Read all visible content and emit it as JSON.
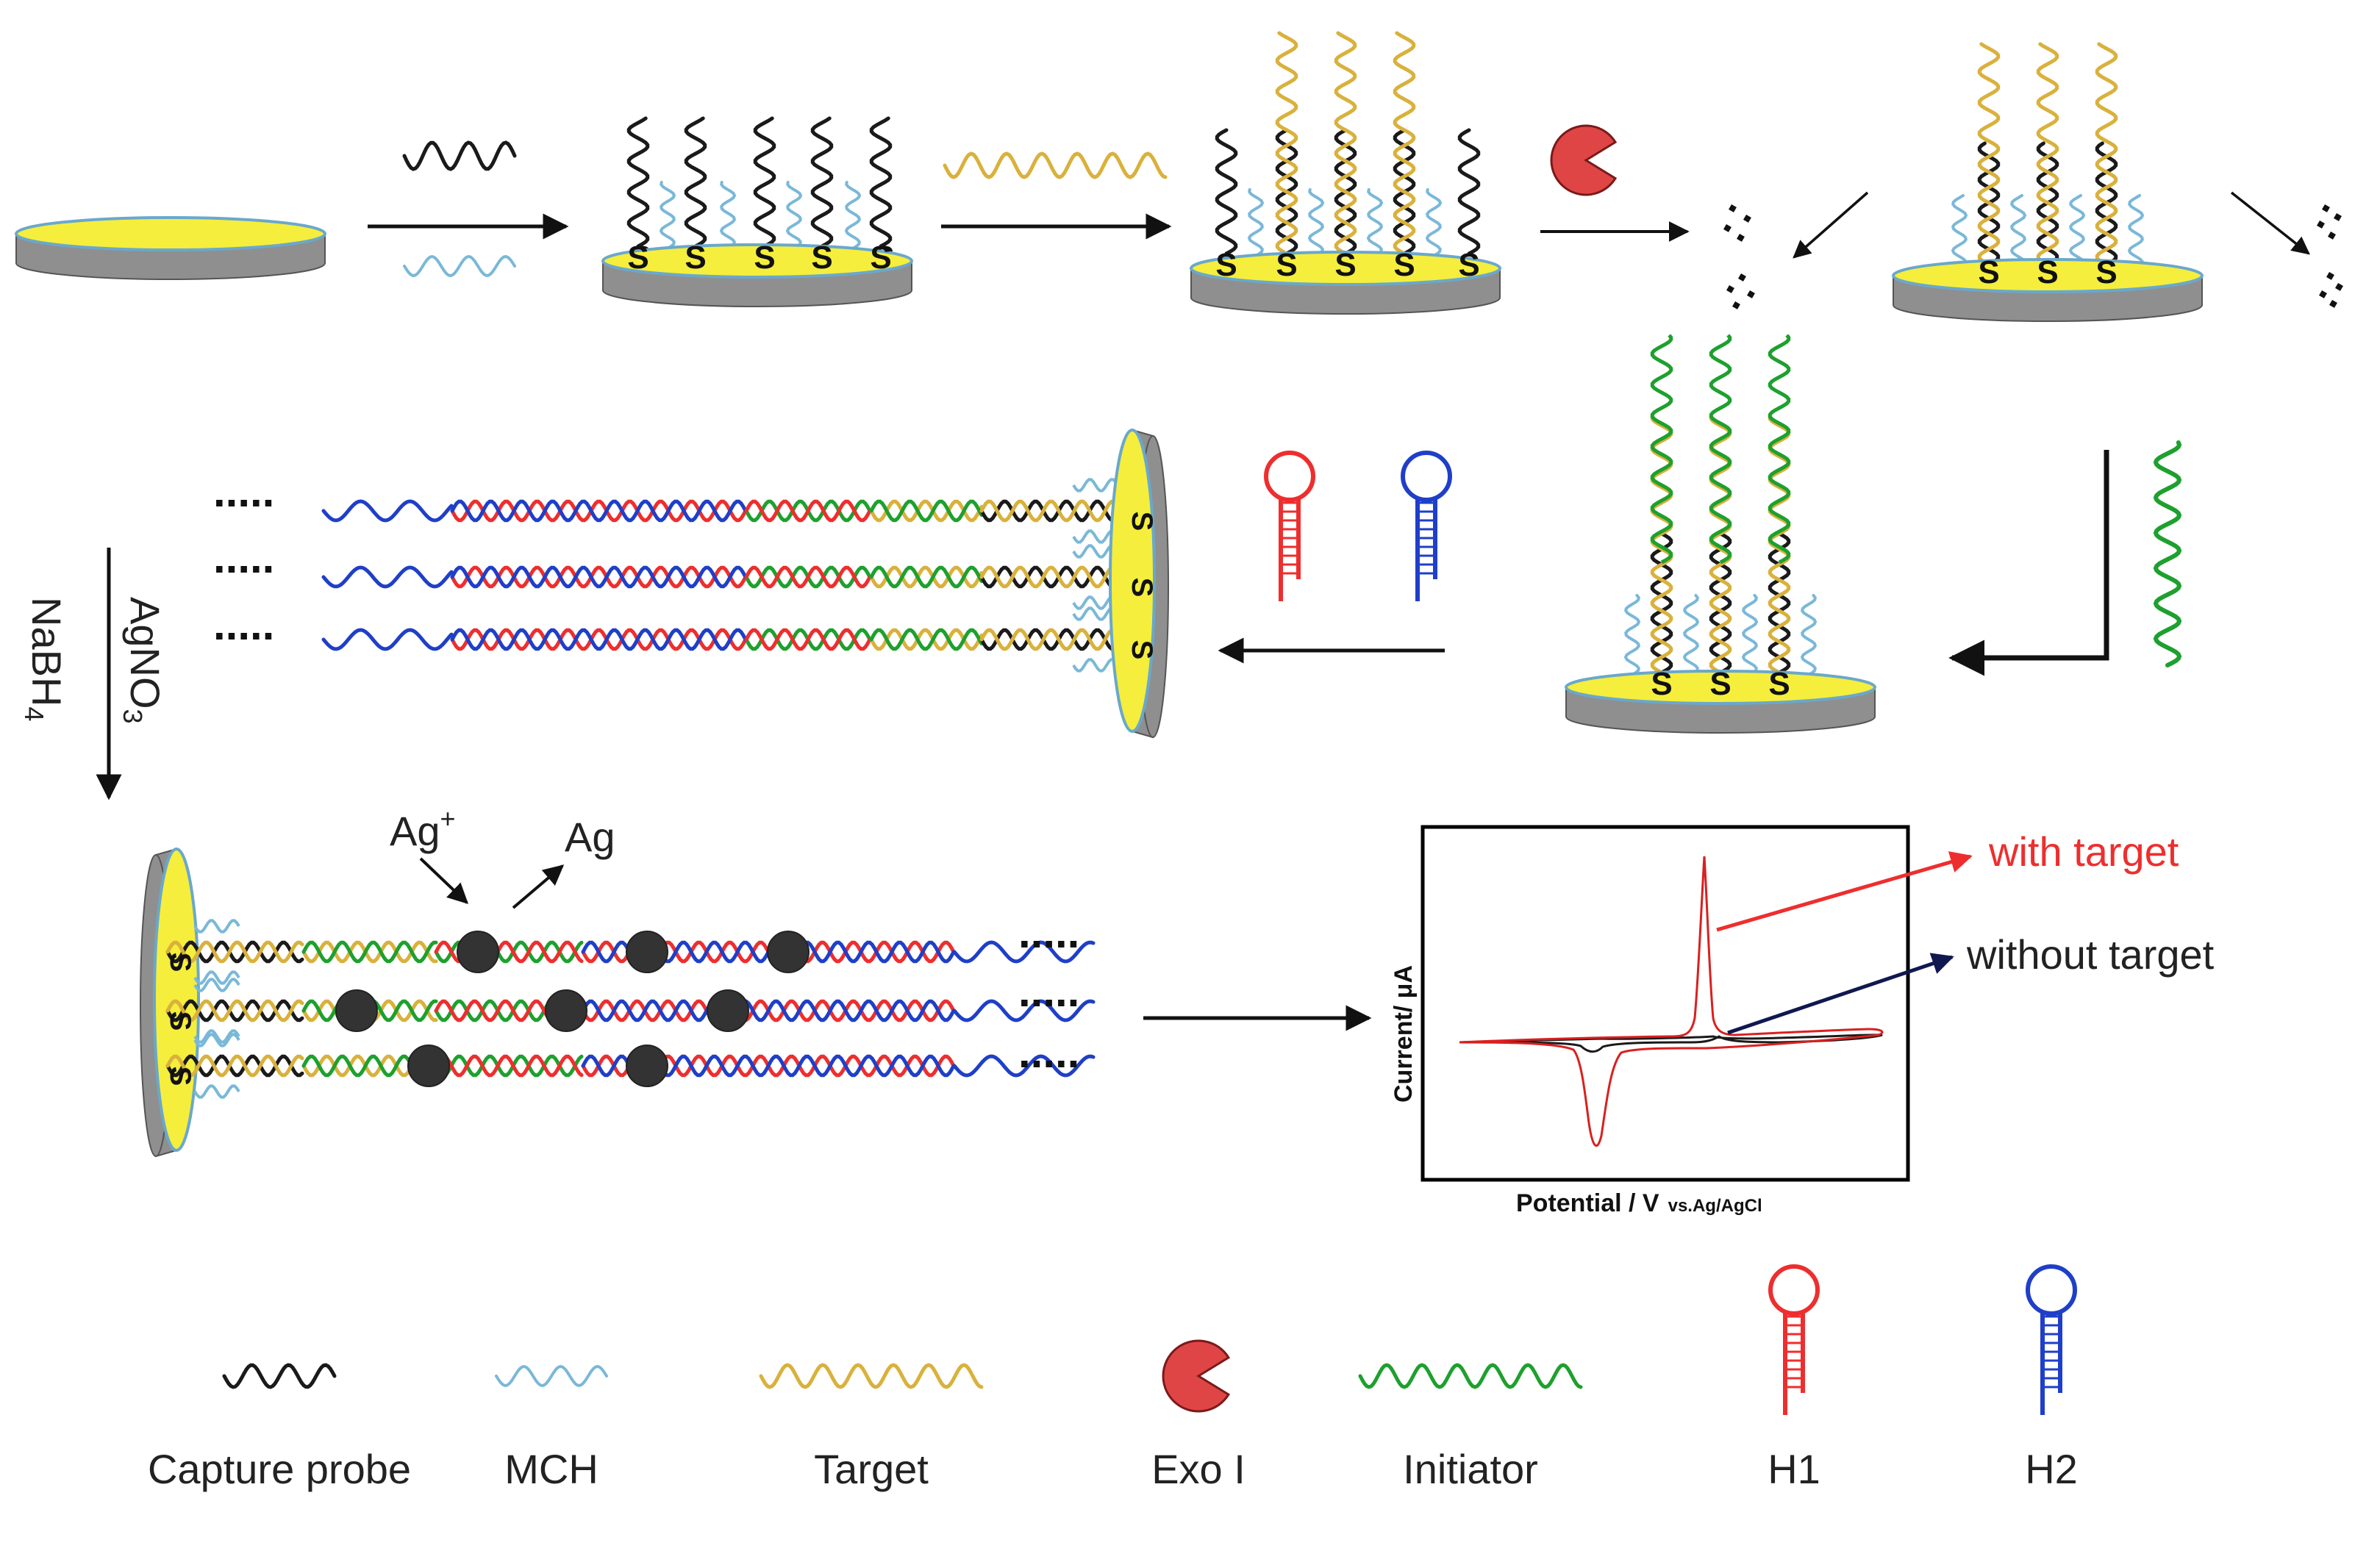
{
  "colors": {
    "capture": "#1a1a1a",
    "mch": "#7ab8d8",
    "target": "#d9b13c",
    "initiator": "#1ea02e",
    "h1": "#ee2e2e",
    "h2": "#1f3fc8",
    "exo": "#e04545",
    "gold": "#f5ee3c",
    "disk": "#8f8f8f"
  },
  "markers": {
    "thiol": "S"
  },
  "labels": {
    "ag_ion_base": "Ag",
    "ag_ion_sup": "+",
    "ag": "Ag",
    "agno3": "AgNO",
    "agno3_sub": "3",
    "nabh4": "NaBH",
    "nabh4_sub": "4",
    "dots": "....."
  },
  "graph": {
    "ylabel": "Current/ μA",
    "xlabel_main": "Potential / V",
    "xlabel_sub": "vs.Ag/AgCl",
    "with_target": "with target",
    "without_target": "without target"
  },
  "legend": [
    {
      "key": "capture",
      "label": "Capture probe"
    },
    {
      "key": "mch",
      "label": "MCH"
    },
    {
      "key": "target",
      "label": "Target"
    },
    {
      "key": "exo",
      "label": "Exo I"
    },
    {
      "key": "initiator",
      "label": "Initiator"
    },
    {
      "key": "h1",
      "label": "H1"
    },
    {
      "key": "h2",
      "label": "H2"
    }
  ]
}
